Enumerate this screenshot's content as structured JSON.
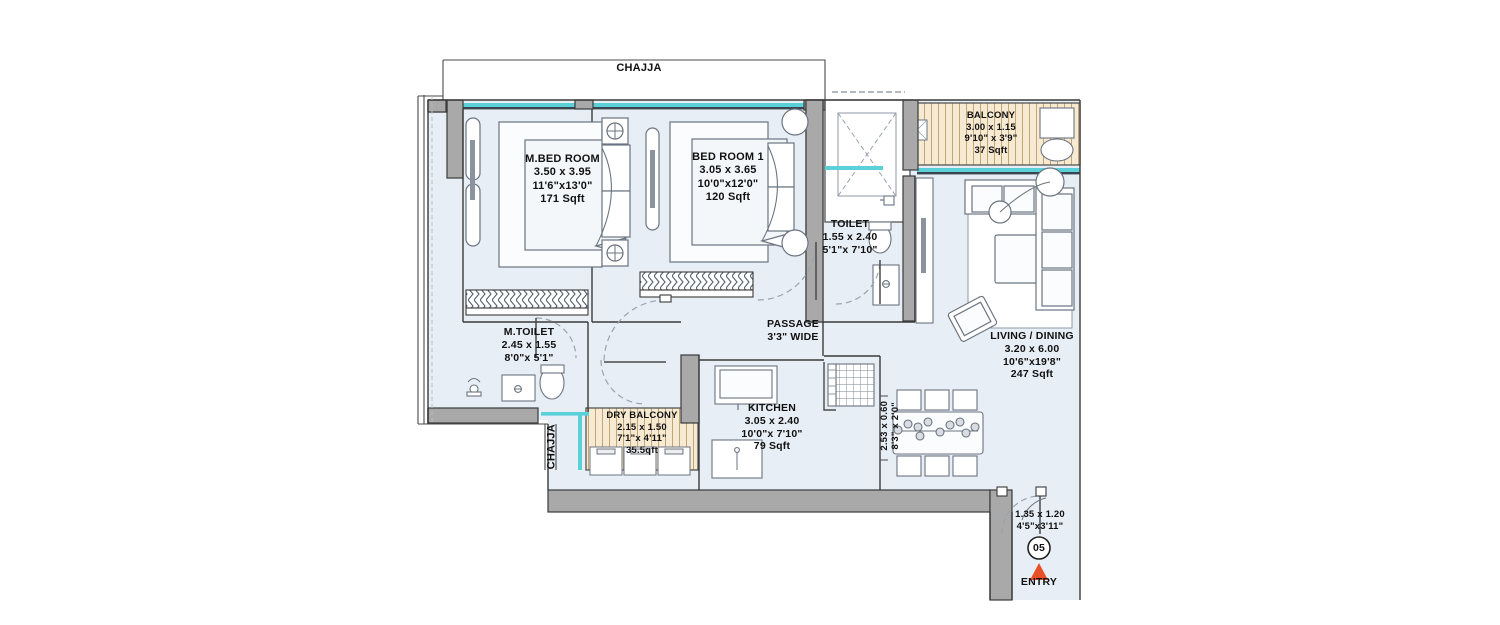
{
  "plan": {
    "title_chajja_top": "CHAJJA",
    "title_chajja_left": "CHAJJA",
    "entry_label": "ENTRY",
    "entry_badge": "05",
    "entry_dim_metric": "1.35 x 1.20",
    "entry_dim_imperial": "4'5\"x3'11\"",
    "passage_name": "PASSAGE",
    "passage_width": "3'3\" WIDE",
    "duct_dim_metric": "2.53 x 0.60",
    "duct_dim_imperial": "8'3\" x 2'0\"",
    "colors": {
      "floor": "#e8eef5",
      "wall_fill": "#a9a9a9",
      "wall_stroke": "#3a3a3a",
      "balcony_fill": "#f6ead3",
      "balcony_stripe": "#c8a97a",
      "window_glass": "#5ad0d8",
      "entry_arrow": "#e8502a",
      "text": "#111111",
      "furniture_stroke": "#6b7480",
      "door_swing": "#9aa3ad"
    },
    "rooms": [
      {
        "key": "m_bed_room",
        "name": "M.BED ROOM",
        "dim_metric": "3.50 x 3.95",
        "dim_imperial": "11'6\"x13'0\"",
        "area": "171 Sqft"
      },
      {
        "key": "bed_room_1",
        "name": "BED ROOM 1",
        "dim_metric": "3.05 x 3.65",
        "dim_imperial": "10'0\"x12'0\"",
        "area": "120 Sqft"
      },
      {
        "key": "toilet",
        "name": "TOILET",
        "dim_metric": "1.55 x 2.40",
        "dim_imperial": "5'1\"x 7'10\"",
        "area": ""
      },
      {
        "key": "m_toilet",
        "name": "M.TOILET",
        "dim_metric": "2.45 x 1.55",
        "dim_imperial": "8'0\"x 5'1\"",
        "area": ""
      },
      {
        "key": "balcony",
        "name": "BALCONY",
        "dim_metric": "3.00 x 1.15",
        "dim_imperial": "9'10\" x 3'9\"",
        "area": "37 Sqft"
      },
      {
        "key": "living_dining",
        "name": "LIVING / DINING",
        "dim_metric": "3.20 x 6.00",
        "dim_imperial": "10'6\"x19'8\"",
        "area": "247 Sqft"
      },
      {
        "key": "kitchen",
        "name": "KITCHEN",
        "dim_metric": "3.05 x 2.40",
        "dim_imperial": "10'0\"x 7'10\"",
        "area": "79 Sqft"
      },
      {
        "key": "dry_balcony",
        "name": "DRY BALCONY",
        "dim_metric": "2.15 x 1.50",
        "dim_imperial": "7'1\"x 4'11\"",
        "area": "35.5qft"
      }
    ]
  }
}
